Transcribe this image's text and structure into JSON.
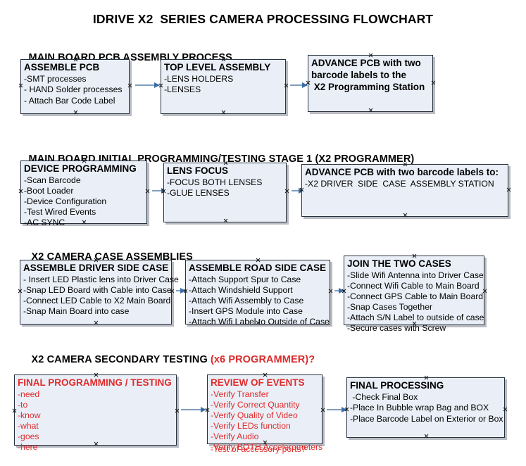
{
  "document": {
    "title": "IDRIVE X2  SERIES CAMERA PROCESSING FLOWCHART"
  },
  "colors": {
    "box_fill": "#eaeff7",
    "box_border": "#27313f",
    "shadow": "#b9bcc2",
    "arrow": "#7f9dc0",
    "arrowhead": "#3b6ea8",
    "accent_red": "#e02b2b",
    "text": "#000000"
  },
  "sections": [
    {
      "id": "main-board-pcb-assembly",
      "heading": "MAIN BOARD PCB ASSEMBLY PROCESS",
      "heading_accent": "",
      "boxes": [
        {
          "id": "assemble-pcb",
          "title": "ASSEMBLE PCB",
          "lines": [
            "-SMT processes",
            "- HAND Solder processes",
            "- Attach Bar Code Label"
          ]
        },
        {
          "id": "top-level-assembly",
          "title": "TOP LEVEL ASSEMBLY",
          "lines": [
            "-LENS HOLDERS",
            "-LENSES"
          ]
        },
        {
          "id": "advance-pcb-to-x2-programming-station",
          "title": "ADVANCE PCB with two",
          "lines": [
            "barcode labels to the",
            " X2 Programming Station"
          ],
          "all_bold": true
        }
      ]
    },
    {
      "id": "main-board-initial-programming",
      "heading": "MAIN BOARD INITIAL PROGRAMMING/TESTING STAGE 1 (X2 PROGRAMMER)",
      "heading_accent": "",
      "boxes": [
        {
          "id": "device-programming",
          "title": "DEVICE PROGRAMMING",
          "lines": [
            "-Scan Barcode",
            "-Boot Loader",
            "-Device Configuration",
            "-Test Wired Events",
            "-AC SYNC"
          ]
        },
        {
          "id": "lens-focus",
          "title": "LENS FOCUS",
          "lines": [
            "-FOCUS BOTH LENSES",
            "-GLUE LENSES"
          ]
        },
        {
          "id": "advance-pcb-to-driver-side-case-station",
          "title": "ADVANCE PCB with two barcode labels to:",
          "lines": [
            "-X2 DRIVER  SIDE  CASE  ASSEMBLY STATION"
          ]
        }
      ]
    },
    {
      "id": "x2-camera-case-assemblies",
      "heading": "X2 CAMERA CASE ASSEMBLIES",
      "heading_accent": "",
      "boxes": [
        {
          "id": "assemble-driver-side-case",
          "title": "ASSEMBLE DRIVER SIDE CASE",
          "lines": [
            "- Insert LED Plastic lens into Driver Case",
            "-Snap LED Board with Cable into Case",
            "-Connect LED Cable to X2 Main Board",
            "-Snap Main Board into case"
          ]
        },
        {
          "id": "assemble-road-side-case",
          "title": "ASSEMBLE ROAD SIDE CASE",
          "lines": [
            "-Attach Support Spur to Case",
            "-Attach Windshield Support",
            "-Attach Wifi Assembly to Case",
            "-Insert GPS Module into Case",
            "-Attach Wifi Label to Outside of Case"
          ]
        },
        {
          "id": "join-the-two-cases",
          "title": "JOIN THE TWO CASES",
          "lines": [
            "-Slide Wifi Antenna into Driver Case",
            "-Connect Wifi Cable to Main Board",
            "-Connect GPS Cable to Main Board",
            "-Snap Cases Together",
            "-Attach S/N Label to outside of case",
            "-Secure cases with Screw"
          ]
        }
      ]
    },
    {
      "id": "x2-camera-secondary-testing",
      "heading": "X2 CAMERA SECONDARY TESTING ",
      "heading_accent": "(x6 PROGRAMMER)?",
      "boxes": [
        {
          "id": "final-programming-testing",
          "title": "FINAL PROGRAMMING / TESTING",
          "red": true,
          "lines": [
            "-need",
            "-to",
            "-know",
            "-what",
            "-goes",
            "-here"
          ]
        },
        {
          "id": "review-of-events",
          "title": "REVIEW OF EVENTS",
          "red": true,
          "lines": [
            "-Verify Transfer",
            "-Verify Correct Quantity",
            "-Verify Quality of Video",
            "-Verify LEDs function",
            "-Verify Audio",
            "-Verify BOTH Accelerometers"
          ],
          "overflow_line": "-Test of accessory ports?"
        },
        {
          "id": "final-processing",
          "title": "FINAL PROCESSING",
          "lines": [
            " -Check Final Box",
            "-Place In Bubble wrap Bag and BOX",
            "-Place Barcode Label on Exterior or Box"
          ]
        }
      ]
    }
  ]
}
